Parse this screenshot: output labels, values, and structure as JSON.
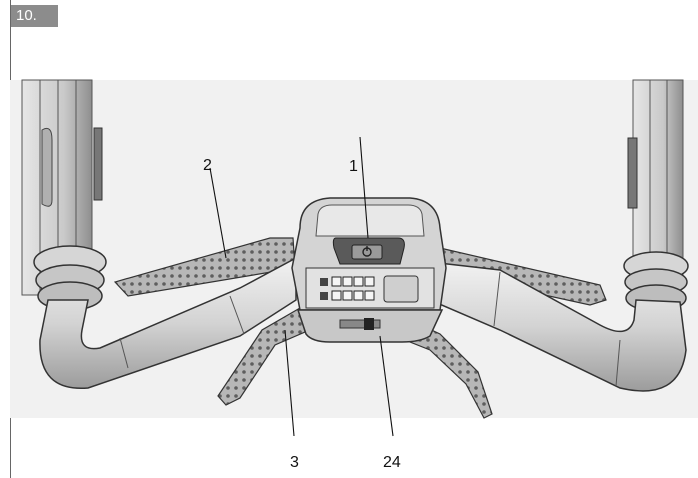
{
  "step": {
    "label": "10."
  },
  "callouts": {
    "c1": "1",
    "c2": "2",
    "c3": "3",
    "c24": "24"
  }
}
